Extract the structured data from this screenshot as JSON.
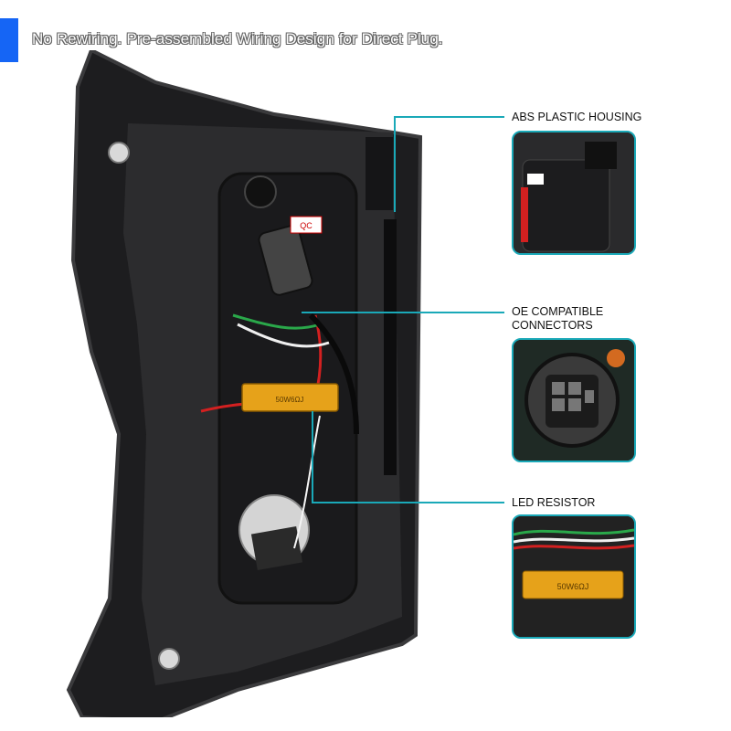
{
  "headline": "No Rewiring. Pre-assembled Wiring Design for Direct Plug.",
  "callouts": [
    {
      "label": "ABS PLASTIC HOUSING"
    },
    {
      "label": "OE COMPATIBLE\nCONNECTORS"
    },
    {
      "label": "LED RESISTOR"
    }
  ],
  "resistor_print": "50W6ΩJ",
  "qc_label": "QC",
  "colors": {
    "accent": "#1565f5",
    "callout_line": "#1aa9b8",
    "resistor": "#e6a21a"
  }
}
